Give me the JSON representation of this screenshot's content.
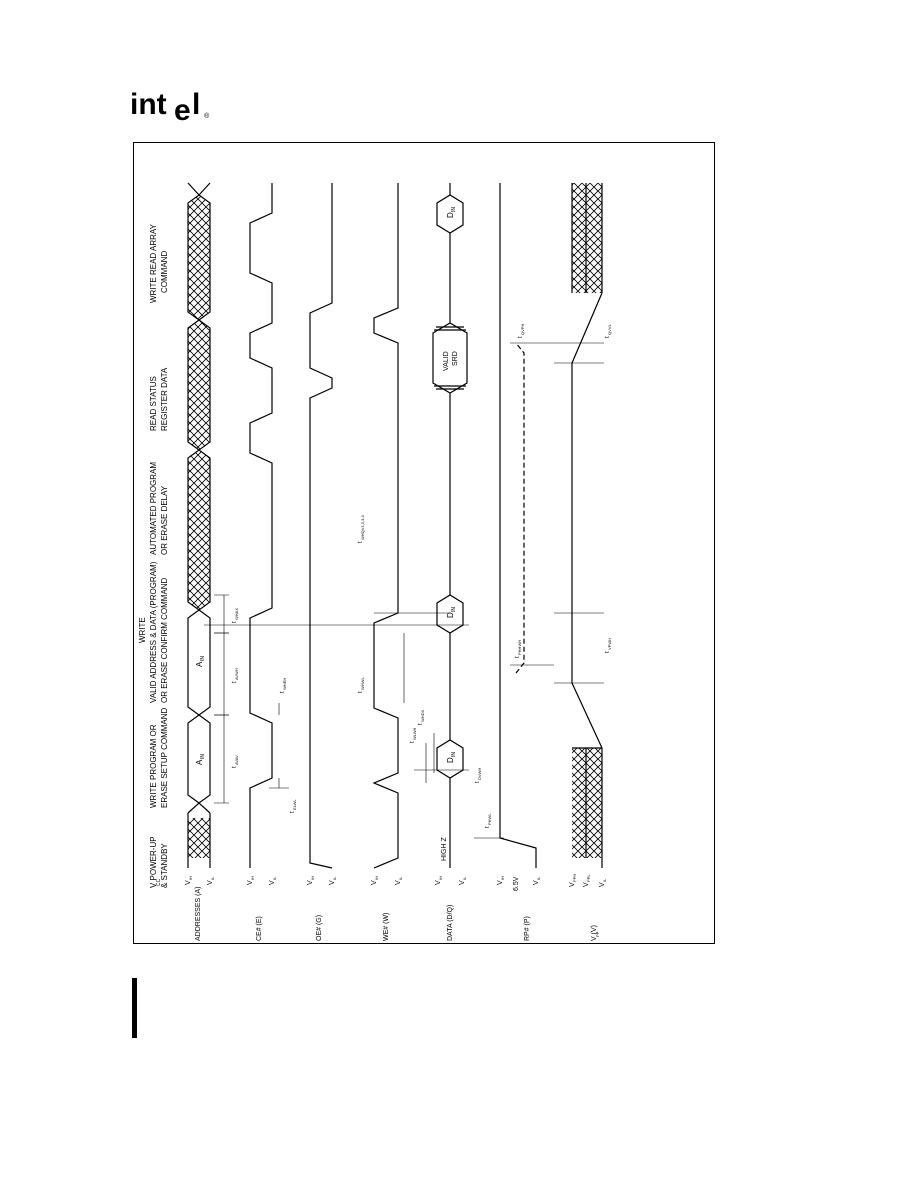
{
  "logo": {
    "text": "int",
    "text_e": "e",
    "text_l": "l",
    "registered": "®"
  },
  "phases": [
    {
      "line1": "V  POWER-UP",
      "line1_sub": "CC",
      "line2": "& STANDBY"
    },
    {
      "line1": "WRITE PROGRAM OR",
      "line2": "ERASE SETUP COMMAND"
    },
    {
      "line0": "WRITE",
      "line1": "VALID ADDRESS & DATA (PROGRAM)",
      "line2": "OR ERASE CONFIRM COMMAND"
    },
    {
      "line1": "AUTOMATED PROGRAM",
      "line2": "OR ERASE DELAY"
    },
    {
      "line1": "READ STATUS",
      "line2": "REGISTER DATA"
    },
    {
      "line1": "WRITE READ ARRAY",
      "line2": "COMMAND"
    }
  ],
  "signals": [
    {
      "name": "ADDRESSES (A)",
      "high": "V",
      "high_sub": "IH",
      "low": "V",
      "low_sub": "IL"
    },
    {
      "name": "CE# (E)",
      "high": "V",
      "high_sub": "IH",
      "low": "V",
      "low_sub": "IL"
    },
    {
      "name": "OE# (G)",
      "high": "V",
      "high_sub": "IH",
      "low": "V",
      "low_sub": "IL"
    },
    {
      "name": "WE# (W)",
      "high": "V",
      "high_sub": "IH",
      "low": "V",
      "low_sub": "IL"
    },
    {
      "name": "DATA (D/Q)",
      "high": "V",
      "high_sub": "IH",
      "low": "V",
      "low_sub": "IL"
    },
    {
      "name": "RP# (P)",
      "high": "V",
      "high_sub": "IH",
      "mid": "6.5V",
      "low": "V",
      "low_sub": "IL"
    },
    {
      "name": "V   (V)",
      "name_sub": "PP",
      "high": "V",
      "high_sub": "PPH",
      "mid": "V",
      "mid_sub": "PPL",
      "low": "V",
      "low_sub": "IL"
    }
  ],
  "bus_labels": {
    "ain1": "A",
    "ain1_sub": "IN",
    "ain2": "A",
    "ain2_sub": "IN",
    "din1": "D",
    "din1_sub": "IN",
    "din2": "D",
    "din2_sub": "IN",
    "din3": "D",
    "din3_sub": "IN",
    "valid_srd1": "VALID",
    "valid_srd2": "SRD",
    "high_z": "HIGH Z"
  },
  "timing": [
    {
      "t": "t",
      "sub": "AVAV"
    },
    {
      "t": "t",
      "sub": "AVWH"
    },
    {
      "t": "t",
      "sub": "WHAX"
    },
    {
      "t": "t",
      "sub": "ELWL"
    },
    {
      "t": "t",
      "sub": "WHEH"
    },
    {
      "t": "t",
      "sub": "WHWL"
    },
    {
      "t": "t",
      "sub": "WHDX"
    },
    {
      "t": "t",
      "sub": "WLWH"
    },
    {
      "t": "t",
      "sub": "DVWH"
    },
    {
      "t": "t",
      "sub": "PHWL"
    },
    {
      "t": "t",
      "sub": "WHQV1,2,3,4"
    },
    {
      "t": "t",
      "sub": "PHHWH"
    },
    {
      "t": "t",
      "sub": "VPWH"
    },
    {
      "t": "t",
      "sub": "QVPH"
    },
    {
      "t": "t",
      "sub": "QVVL"
    }
  ]
}
